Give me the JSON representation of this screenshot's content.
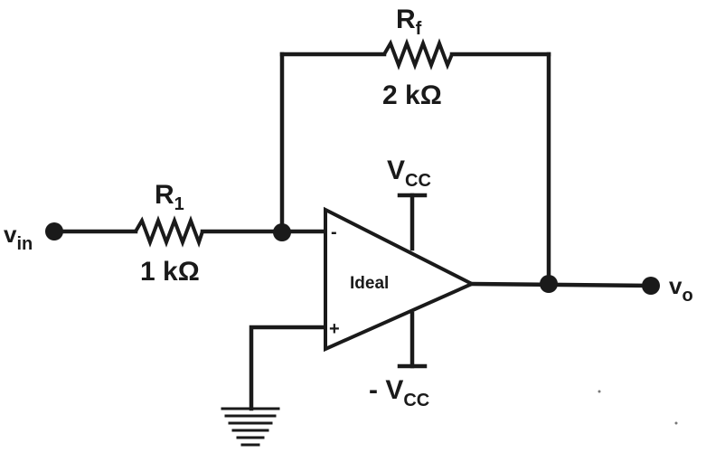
{
  "resistors": {
    "input": {
      "name": "R",
      "subscript": "1",
      "value": "1 kΩ"
    },
    "feedback": {
      "name": "R",
      "subscript": "f",
      "value": "2 kΩ"
    }
  },
  "opamp": {
    "label": "Ideal",
    "inverting_pin": "-",
    "noninverting_pin": "+"
  },
  "supplies": {
    "positive": {
      "prefix": "",
      "name": "V",
      "subscript": "CC"
    },
    "negative": {
      "prefix": "- ",
      "name": "V",
      "subscript": "CC"
    }
  },
  "terminals": {
    "input": {
      "name": "v",
      "subscript": "in"
    },
    "output": {
      "name": "v",
      "subscript": "o"
    }
  }
}
